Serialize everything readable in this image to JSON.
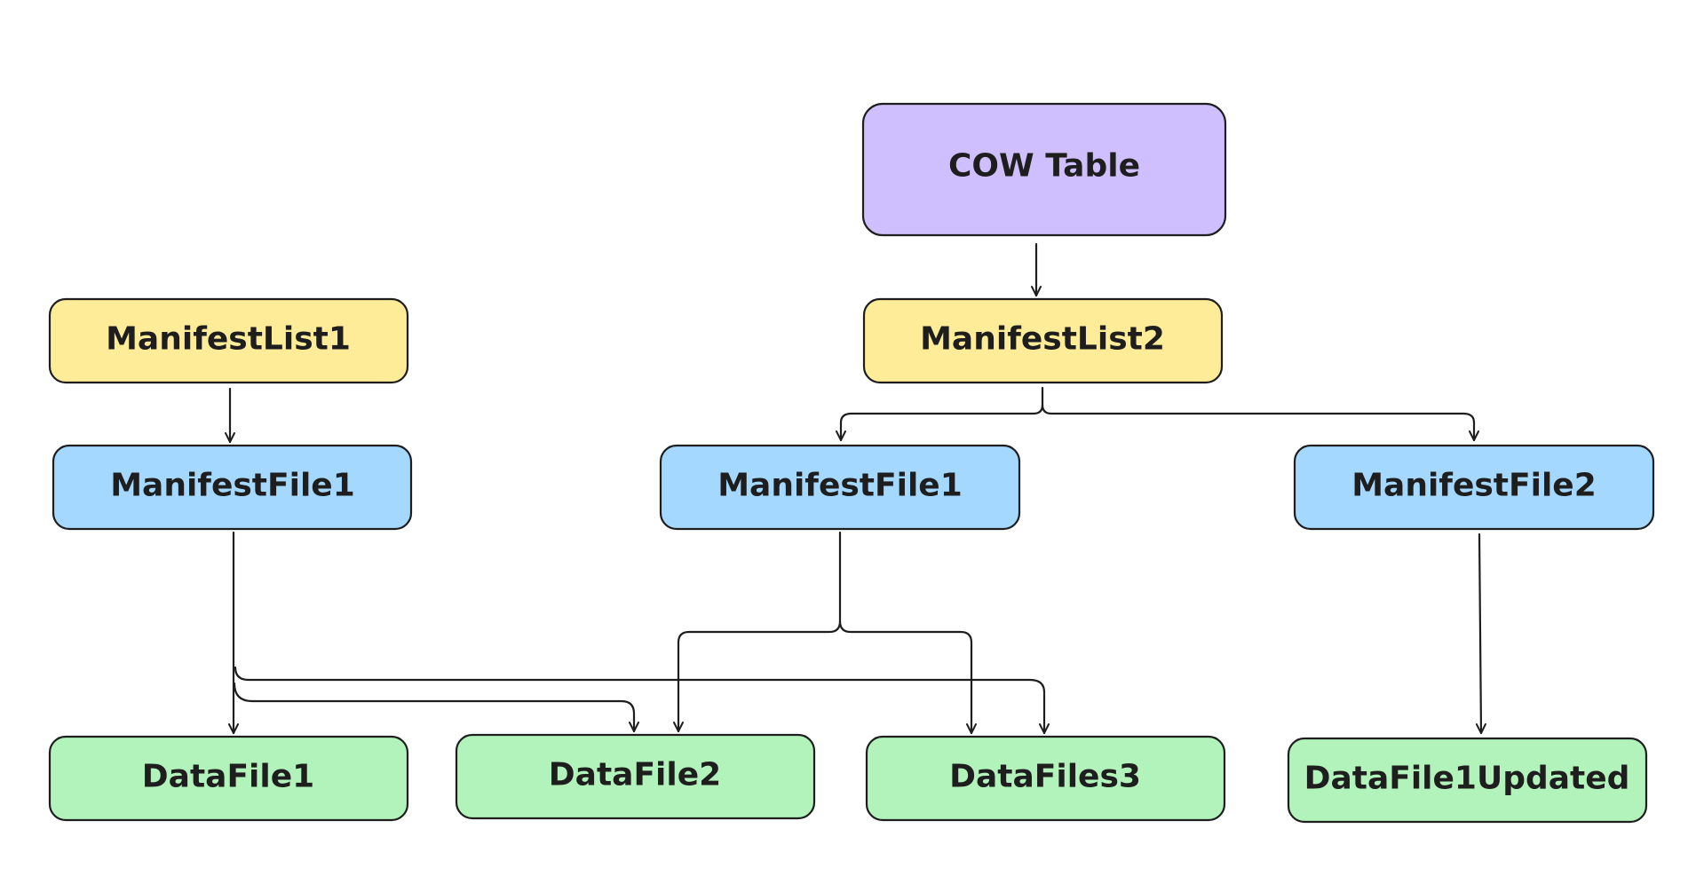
{
  "colors": {
    "stroke": "#1e1e1e",
    "table": "#d0bfff",
    "manifest_list": "#ffec99",
    "manifest_file": "#a5d8ff",
    "data_file": "#b2f2bb",
    "background": "#ffffff"
  },
  "nodes": {
    "cow_table": {
      "label": "COW Table",
      "kind": "table"
    },
    "manifest_list_1": {
      "label": "ManifestList1",
      "kind": "manifest_list"
    },
    "manifest_list_2": {
      "label": "ManifestList2",
      "kind": "manifest_list"
    },
    "manifest_file_1_left": {
      "label": "ManifestFile1",
      "kind": "manifest_file"
    },
    "manifest_file_1_mid": {
      "label": "ManifestFile1",
      "kind": "manifest_file"
    },
    "manifest_file_2": {
      "label": "ManifestFile2",
      "kind": "manifest_file"
    },
    "data_file_1": {
      "label": "DataFile1",
      "kind": "data_file"
    },
    "data_file_2": {
      "label": "DataFile2",
      "kind": "data_file"
    },
    "data_files_3": {
      "label": "DataFiles3",
      "kind": "data_file"
    },
    "data_file_1_updated": {
      "label": "DataFile1Updated",
      "kind": "data_file"
    }
  },
  "edges": [
    {
      "from": "cow_table",
      "to": "manifest_list_2"
    },
    {
      "from": "manifest_list_1",
      "to": "manifest_file_1_left"
    },
    {
      "from": "manifest_list_2",
      "to": "manifest_file_1_mid"
    },
    {
      "from": "manifest_list_2",
      "to": "manifest_file_2"
    },
    {
      "from": "manifest_file_1_left",
      "to": "data_file_1"
    },
    {
      "from": "manifest_file_1_left",
      "to": "data_file_2"
    },
    {
      "from": "manifest_file_1_left",
      "to": "data_files_3"
    },
    {
      "from": "manifest_file_1_mid",
      "to": "data_file_2"
    },
    {
      "from": "manifest_file_1_mid",
      "to": "data_files_3"
    },
    {
      "from": "manifest_file_2",
      "to": "data_file_1_updated"
    }
  ]
}
